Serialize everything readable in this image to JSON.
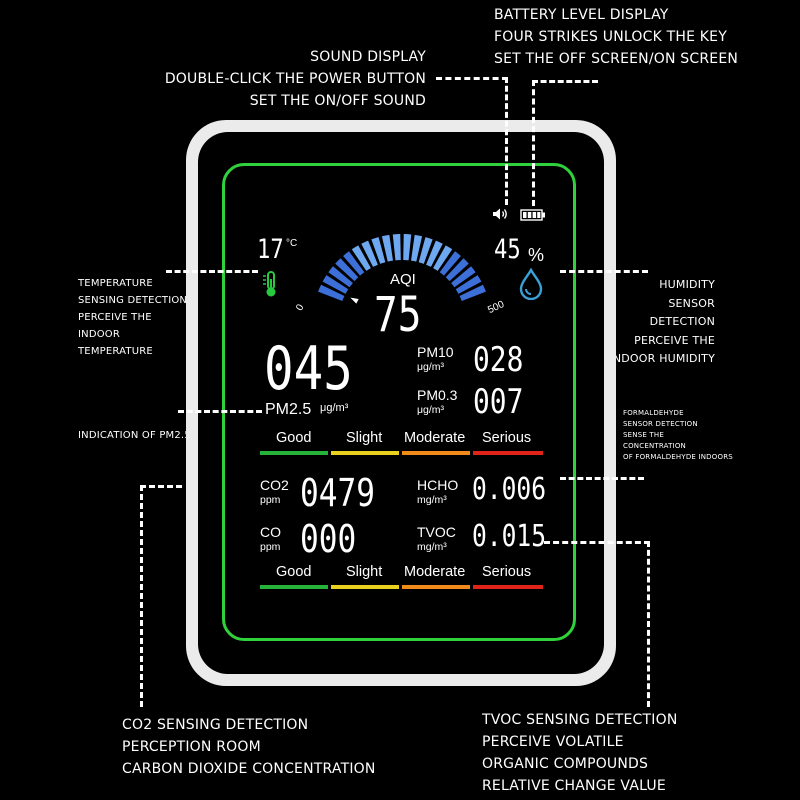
{
  "annotations": {
    "battery": [
      "BATTERY LEVEL DISPLAY",
      "FOUR STRIKES UNLOCK THE KEY",
      "SET THE OFF SCREEN/ON SCREEN"
    ],
    "sound": [
      "SOUND DISPLAY",
      "DOUBLE-CLICK THE POWER BUTTON",
      "SET THE ON/OFF SOUND"
    ],
    "temperature": [
      "TEMPERATURE",
      "SENSING DETECTION",
      "PERCEIVE THE",
      "INDOOR",
      "TEMPERATURE"
    ],
    "humidity": [
      "HUMIDITY",
      "SENSOR",
      "DETECTION",
      "PERCEIVE THE",
      "INDOOR HUMIDITY"
    ],
    "pm25": [
      "INDICATION OF PM2.5"
    ],
    "formaldehyde": [
      "FORMALDEHYDE",
      "SENSOR DETECTION",
      "SENSE THE",
      "CONCENTRATION",
      "OF FORMALDEHYDE INDOORS"
    ],
    "co2": [
      "CO2 SENSING DETECTION",
      "PERCEPTION ROOM",
      "CARBON DIOXIDE CONCENTRATION"
    ],
    "tvoc": [
      "TVOC SENSING DETECTION",
      "PERCEIVE VOLATILE",
      "ORGANIC COMPOUNDS",
      "RELATIVE CHANGE VALUE"
    ]
  },
  "screen": {
    "temperature": {
      "value": "17",
      "unit": "°C"
    },
    "humidity": {
      "value": "45",
      "unit": "%"
    },
    "aqi": {
      "label": "AQI",
      "value": "75",
      "min": "0",
      "max": "500",
      "segments_total": 20,
      "segments_lit": 20,
      "marker_level": 0.05
    },
    "pm25": {
      "value": "045",
      "label": "PM2.5",
      "unit": "μg/m³"
    },
    "pm10": {
      "label": "PM10",
      "unit": "μg/m³",
      "value": "028"
    },
    "pm03": {
      "label": "PM0.3",
      "unit": "μg/m³",
      "value": "007"
    },
    "co2": {
      "label": "CO2",
      "unit": "ppm",
      "value": "0479"
    },
    "co": {
      "label": "CO",
      "unit": "ppm",
      "value": "000"
    },
    "hcho": {
      "label": "HCHO",
      "unit": "mg/m³",
      "value": "0.006"
    },
    "tvoc": {
      "label": "TVOC",
      "unit": "mg/m³",
      "value": "0.015"
    },
    "scale_top": [
      "Good",
      "Slight",
      "Moderate",
      "Serious"
    ],
    "scale_bottom": [
      "Good",
      "Slight",
      "Moderate",
      "Serious"
    ]
  },
  "colors": {
    "ring": "#2fd23a",
    "gauge_light": "#6ea8f0",
    "gauge_dark": "#3d6fd9",
    "thermometer": "#27c93f",
    "droplet": "#3aa0d8",
    "good": "#27b33a",
    "slight": "#e8d21f",
    "moderate": "#f08a1a",
    "serious": "#e2231a"
  },
  "icons": [
    "speaker-icon",
    "battery-icon",
    "thermometer-icon",
    "droplet-icon",
    "pointer-icon"
  ]
}
